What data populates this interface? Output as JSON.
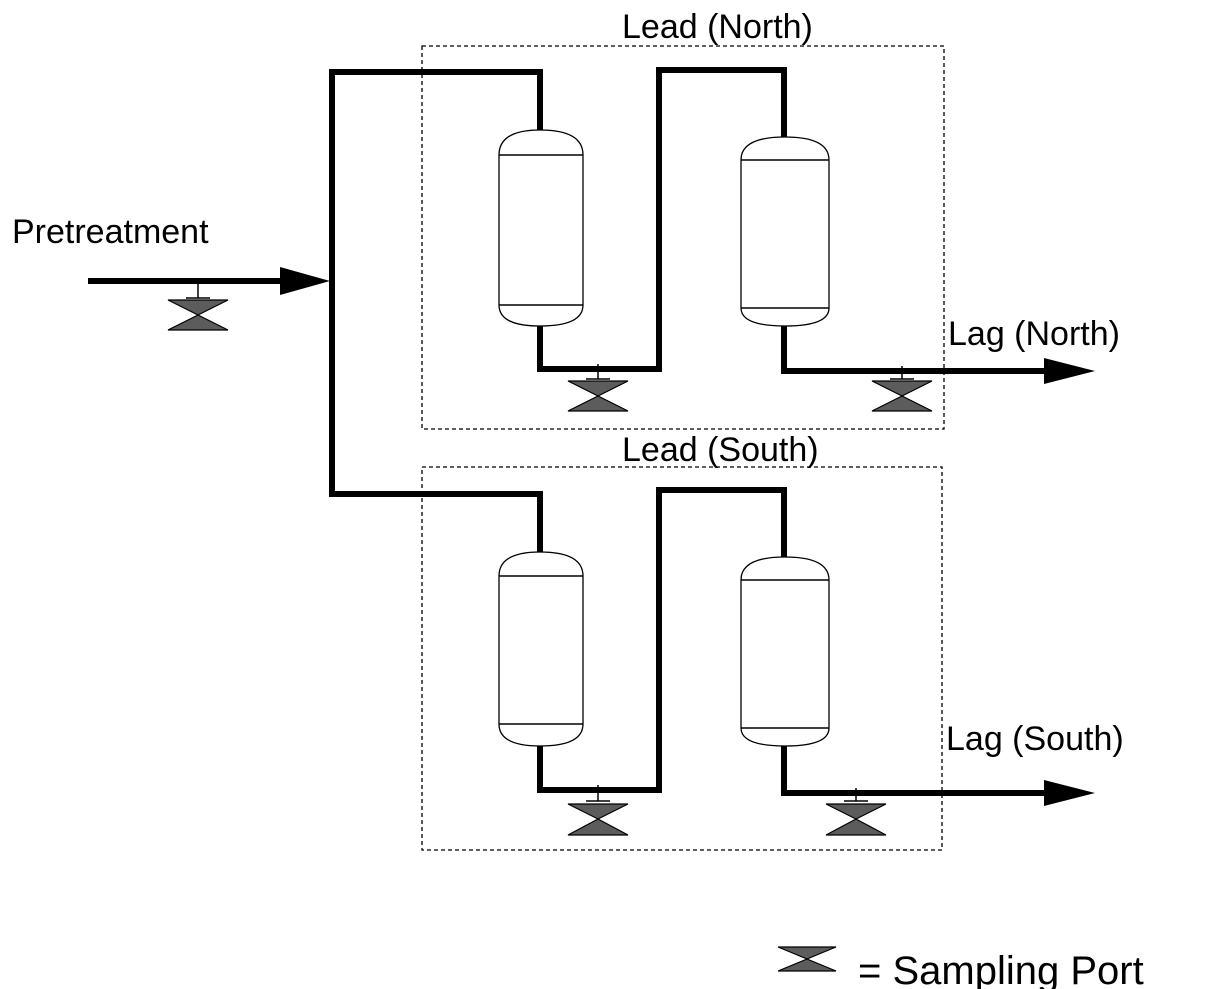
{
  "labels": {
    "pretreatment": "Pretreatment",
    "lead_north": "Lead (North)",
    "lag_north": "Lag (North)",
    "lead_south": "Lead (South)",
    "lag_south": "Lag (South)"
  },
  "legend": {
    "text": "= Sampling Port",
    "icon": "sampling-port-valve-icon"
  },
  "colors": {
    "line": "#000000",
    "valve_fill": "#5c5c5c",
    "background": "#ffffff"
  }
}
